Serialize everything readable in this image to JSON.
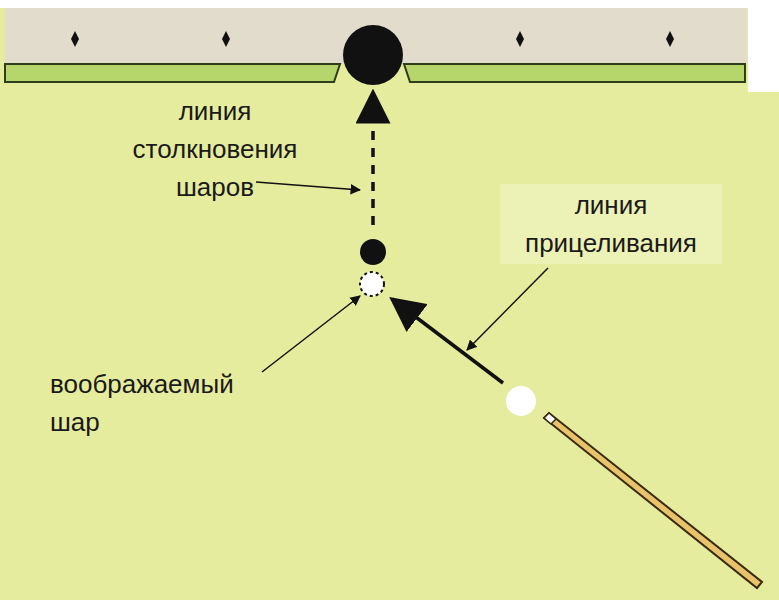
{
  "diagram": {
    "labels": [
      "линия столкновения шаров",
      "линия прицеливания",
      "воображаемый шар"
    ]
  }
}
